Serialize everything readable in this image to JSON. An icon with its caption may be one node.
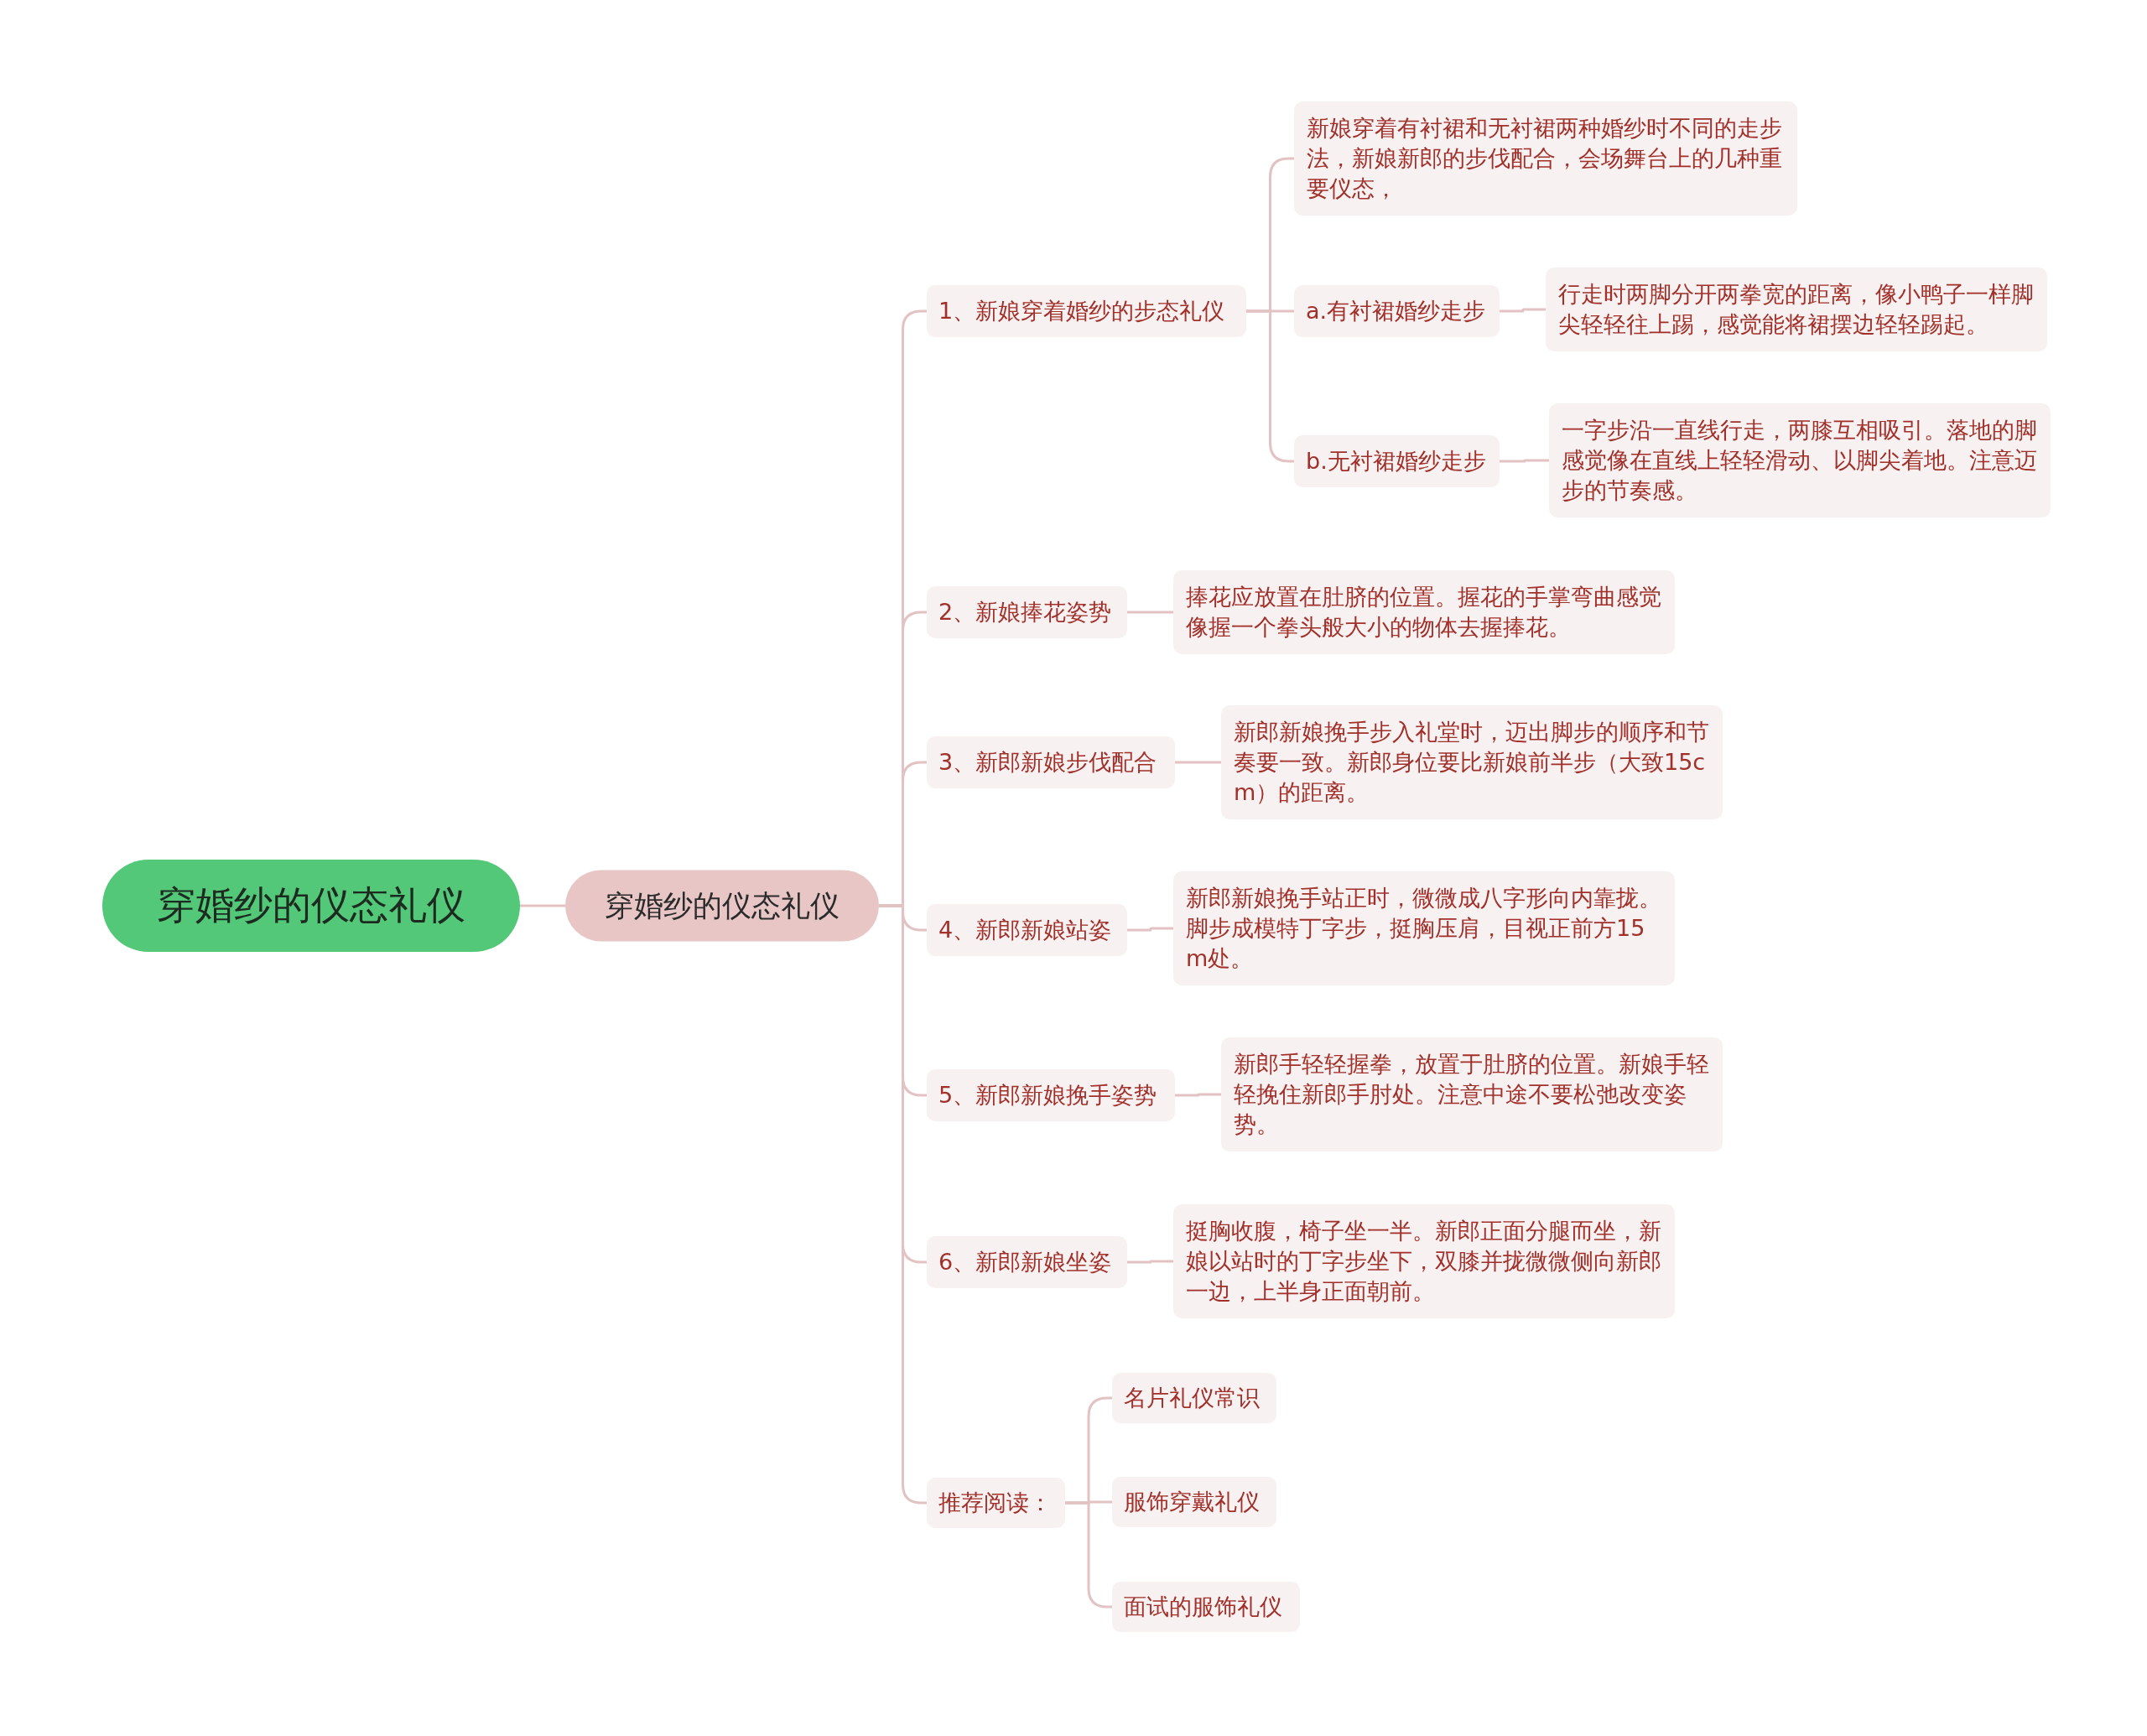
{
  "diagram": {
    "nodes": [
      {
        "text": [
          "穿婚纱的仪态礼仪"
        ]
      },
      {
        "text": [
          "穿婚纱的仪态礼仪"
        ]
      },
      {
        "text": [
          "1、新娘穿着婚纱的步态礼仪"
        ]
      },
      {
        "text": [
          "新娘穿着有衬裙和无衬裙两种婚纱时不同的走步法，新娘新郎的步伐配合，会场舞台上的几种重要仪态，"
        ]
      },
      {
        "text": [
          "a.有衬裙婚纱走步"
        ]
      },
      {
        "text": [
          "行走时两脚分开两拳宽的距离，像小鸭子一样脚尖轻轻往上踢，感觉能将裙摆边轻轻踢起。"
        ]
      },
      {
        "text": [
          "b.无衬裙婚纱走步"
        ]
      },
      {
        "text": [
          "一字步沿一直线行走，两膝互相吸引。落地的脚感觉像在直线上轻轻滑动、以脚尖着地。注意迈步的节奏感。"
        ]
      },
      {
        "text": [
          "2、新娘捧花姿势"
        ]
      },
      {
        "text": [
          "捧花应放置在肚脐的位置。握花的手掌弯曲感觉像握一个拳头般大小的物体去握捧花。"
        ]
      },
      {
        "text": [
          "3、新郎新娘步伐配合"
        ]
      },
      {
        "text": [
          "新郎新娘挽手步入礼堂时，迈出脚步的顺序和节奏要一致。新郎身位要比新娘前半步（大致15cm）的距离。"
        ]
      },
      {
        "text": [
          "4、新郎新娘站姿"
        ]
      },
      {
        "text": [
          "新郎新娘挽手站正时，微微成八字形向内靠拢。脚步成模特丁字步，挺胸压肩，目视正前方15m处。"
        ]
      },
      {
        "text": [
          "5、新郎新娘挽手姿势"
        ]
      },
      {
        "text": [
          "新郎手轻轻握拳，放置于肚脐的位置。新娘手轻轻挽住新郎手肘处。注意中途不要松弛改变姿势。"
        ]
      },
      {
        "text": [
          "6、新郎新娘坐姿"
        ]
      },
      {
        "text": [
          "挺胸收腹，椅子坐一半。新郎正面分腿而坐，新娘以站时的丁字步坐下，双膝并拢微微侧向新郎一边，上半身正面朝前。"
        ]
      },
      {
        "text": [
          "推荐阅读："
        ]
      },
      {
        "text": [
          "名片礼仪常识"
        ]
      },
      {
        "text": [
          "服饰穿戴礼仪"
        ]
      },
      {
        "text": [
          "面试的服饰礼仪"
        ]
      }
    ],
    "edges": [
      {
        "from": 0,
        "to": 1,
        "arrow": "none"
      },
      {
        "from": 1,
        "to": 2,
        "arrow": "none"
      },
      {
        "from": 2,
        "to": 3,
        "arrow": "none"
      },
      {
        "from": 2,
        "to": 4,
        "arrow": "none"
      },
      {
        "from": 4,
        "to": 5,
        "arrow": "none"
      },
      {
        "from": 2,
        "to": 6,
        "arrow": "none"
      },
      {
        "from": 6,
        "to": 7,
        "arrow": "none"
      },
      {
        "from": 1,
        "to": 8,
        "arrow": "none"
      },
      {
        "from": 8,
        "to": 9,
        "arrow": "none"
      },
      {
        "from": 1,
        "to": 10,
        "arrow": "none"
      },
      {
        "from": 10,
        "to": 11,
        "arrow": "none"
      },
      {
        "from": 1,
        "to": 12,
        "arrow": "none"
      },
      {
        "from": 12,
        "to": 13,
        "arrow": "none"
      },
      {
        "from": 1,
        "to": 14,
        "arrow": "none"
      },
      {
        "from": 14,
        "to": 15,
        "arrow": "none"
      },
      {
        "from": 1,
        "to": 16,
        "arrow": "none"
      },
      {
        "from": 16,
        "to": 17,
        "arrow": "none"
      },
      {
        "from": 1,
        "to": 18,
        "arrow": "none"
      },
      {
        "from": 18,
        "to": 19,
        "arrow": "none"
      },
      {
        "from": 18,
        "to": 20,
        "arrow": "none"
      },
      {
        "from": 18,
        "to": 21,
        "arrow": "none"
      }
    ]
  }
}
